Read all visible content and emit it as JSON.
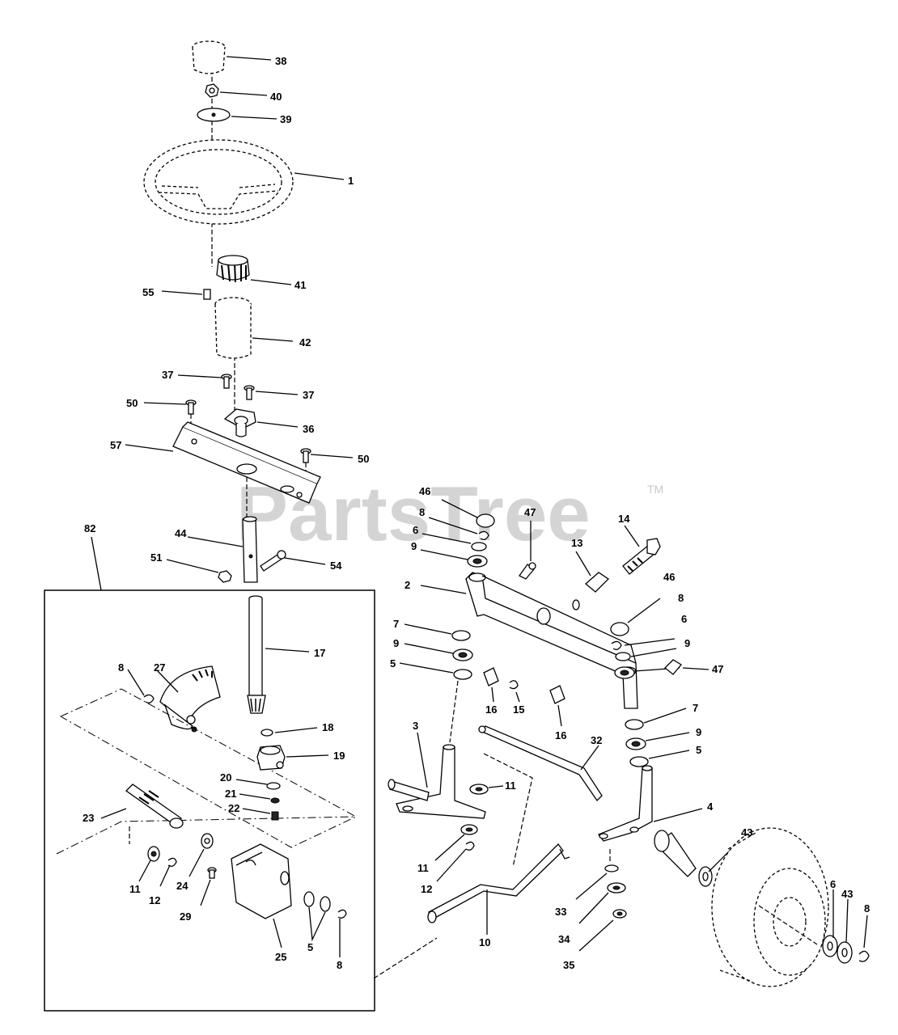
{
  "watermark": {
    "text": "PartsTree",
    "trademark": "TM"
  },
  "callouts": [
    {
      "id": "c38",
      "label": "38"
    },
    {
      "id": "c40",
      "label": "40"
    },
    {
      "id": "c39",
      "label": "39"
    },
    {
      "id": "c1",
      "label": "1"
    },
    {
      "id": "c41",
      "label": "41"
    },
    {
      "id": "c55",
      "label": "55"
    },
    {
      "id": "c42",
      "label": "42"
    },
    {
      "id": "c37a",
      "label": "37"
    },
    {
      "id": "c37b",
      "label": "37"
    },
    {
      "id": "c50a",
      "label": "50"
    },
    {
      "id": "c36",
      "label": "36"
    },
    {
      "id": "c57",
      "label": "57"
    },
    {
      "id": "c50b",
      "label": "50"
    },
    {
      "id": "c82",
      "label": "82"
    },
    {
      "id": "c44",
      "label": "44"
    },
    {
      "id": "c51",
      "label": "51"
    },
    {
      "id": "c54",
      "label": "54"
    },
    {
      "id": "c17",
      "label": "17"
    },
    {
      "id": "c27",
      "label": "27"
    },
    {
      "id": "c8a",
      "label": "8"
    },
    {
      "id": "c18",
      "label": "18"
    },
    {
      "id": "c19",
      "label": "19"
    },
    {
      "id": "c20",
      "label": "20"
    },
    {
      "id": "c21",
      "label": "21"
    },
    {
      "id": "c22",
      "label": "22"
    },
    {
      "id": "c23",
      "label": "23"
    },
    {
      "id": "c11a",
      "label": "11"
    },
    {
      "id": "c12a",
      "label": "12"
    },
    {
      "id": "c24",
      "label": "24"
    },
    {
      "id": "c29",
      "label": "29"
    },
    {
      "id": "c25",
      "label": "25"
    },
    {
      "id": "c5a",
      "label": "5"
    },
    {
      "id": "c8b",
      "label": "8"
    },
    {
      "id": "c46a",
      "label": "46"
    },
    {
      "id": "c8c",
      "label": "8"
    },
    {
      "id": "c6a",
      "label": "6"
    },
    {
      "id": "c9a",
      "label": "9"
    },
    {
      "id": "c47a",
      "label": "47"
    },
    {
      "id": "c13",
      "label": "13"
    },
    {
      "id": "c14",
      "label": "14"
    },
    {
      "id": "c2",
      "label": "2"
    },
    {
      "id": "c46b",
      "label": "46"
    },
    {
      "id": "c8d",
      "label": "8"
    },
    {
      "id": "c6b",
      "label": "6"
    },
    {
      "id": "c9b",
      "label": "9"
    },
    {
      "id": "c47b",
      "label": "47"
    },
    {
      "id": "c7a",
      "label": "7"
    },
    {
      "id": "c9c",
      "label": "9"
    },
    {
      "id": "c5b",
      "label": "5"
    },
    {
      "id": "c16a",
      "label": "16"
    },
    {
      "id": "c15",
      "label": "15"
    },
    {
      "id": "c16b",
      "label": "16"
    },
    {
      "id": "c7b",
      "label": "7"
    },
    {
      "id": "c9d",
      "label": "9"
    },
    {
      "id": "c5c",
      "label": "5"
    },
    {
      "id": "c3",
      "label": "3"
    },
    {
      "id": "c32",
      "label": "32"
    },
    {
      "id": "c11b",
      "label": "11"
    },
    {
      "id": "c4",
      "label": "4"
    },
    {
      "id": "c43a",
      "label": "43"
    },
    {
      "id": "c11c",
      "label": "11"
    },
    {
      "id": "c12b",
      "label": "12"
    },
    {
      "id": "c33",
      "label": "33"
    },
    {
      "id": "c34",
      "label": "34"
    },
    {
      "id": "c35",
      "label": "35"
    },
    {
      "id": "c10",
      "label": "10"
    },
    {
      "id": "c6c",
      "label": "6"
    },
    {
      "id": "c43b",
      "label": "43"
    },
    {
      "id": "c8e",
      "label": "8"
    }
  ]
}
